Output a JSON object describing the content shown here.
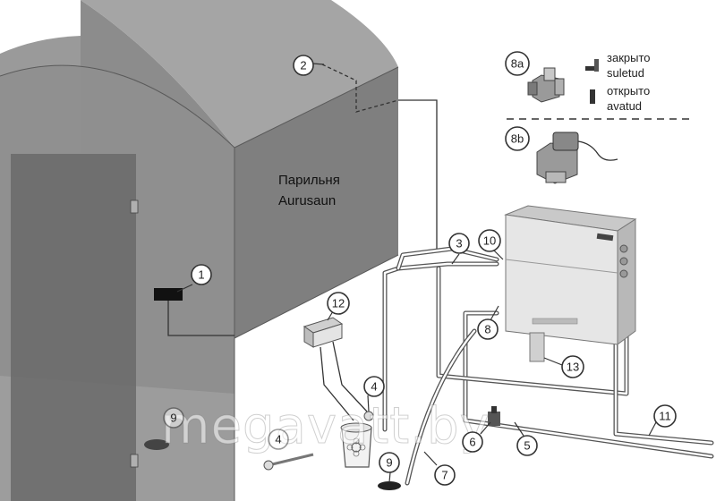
{
  "room": {
    "label_line1": "Парильня",
    "label_line2": "Aurusaun"
  },
  "legend": {
    "closed_ru": "закрыто",
    "closed_et": "suletud",
    "open_ru": "открыто",
    "open_et": "avatud"
  },
  "callouts": {
    "c1": "1",
    "c2": "2",
    "c3": "3",
    "c4a": "4",
    "c4b": "4",
    "c5": "5",
    "c6": "6",
    "c7": "7",
    "c8": "8",
    "c8a": "8a",
    "c8b": "8b",
    "c9a": "9",
    "c9b": "9",
    "c10": "10",
    "c11": "11",
    "c12": "12",
    "c13": "13"
  },
  "watermark": "megavatt.by",
  "colors": {
    "room_wall_front": "#8e8e8e",
    "room_wall_side": "#7d7d7d",
    "room_roof": "#a3a3a3",
    "glass_door": "#6e6e6e",
    "generator_body": "#e4e4e4",
    "pipe": "#555555"
  }
}
